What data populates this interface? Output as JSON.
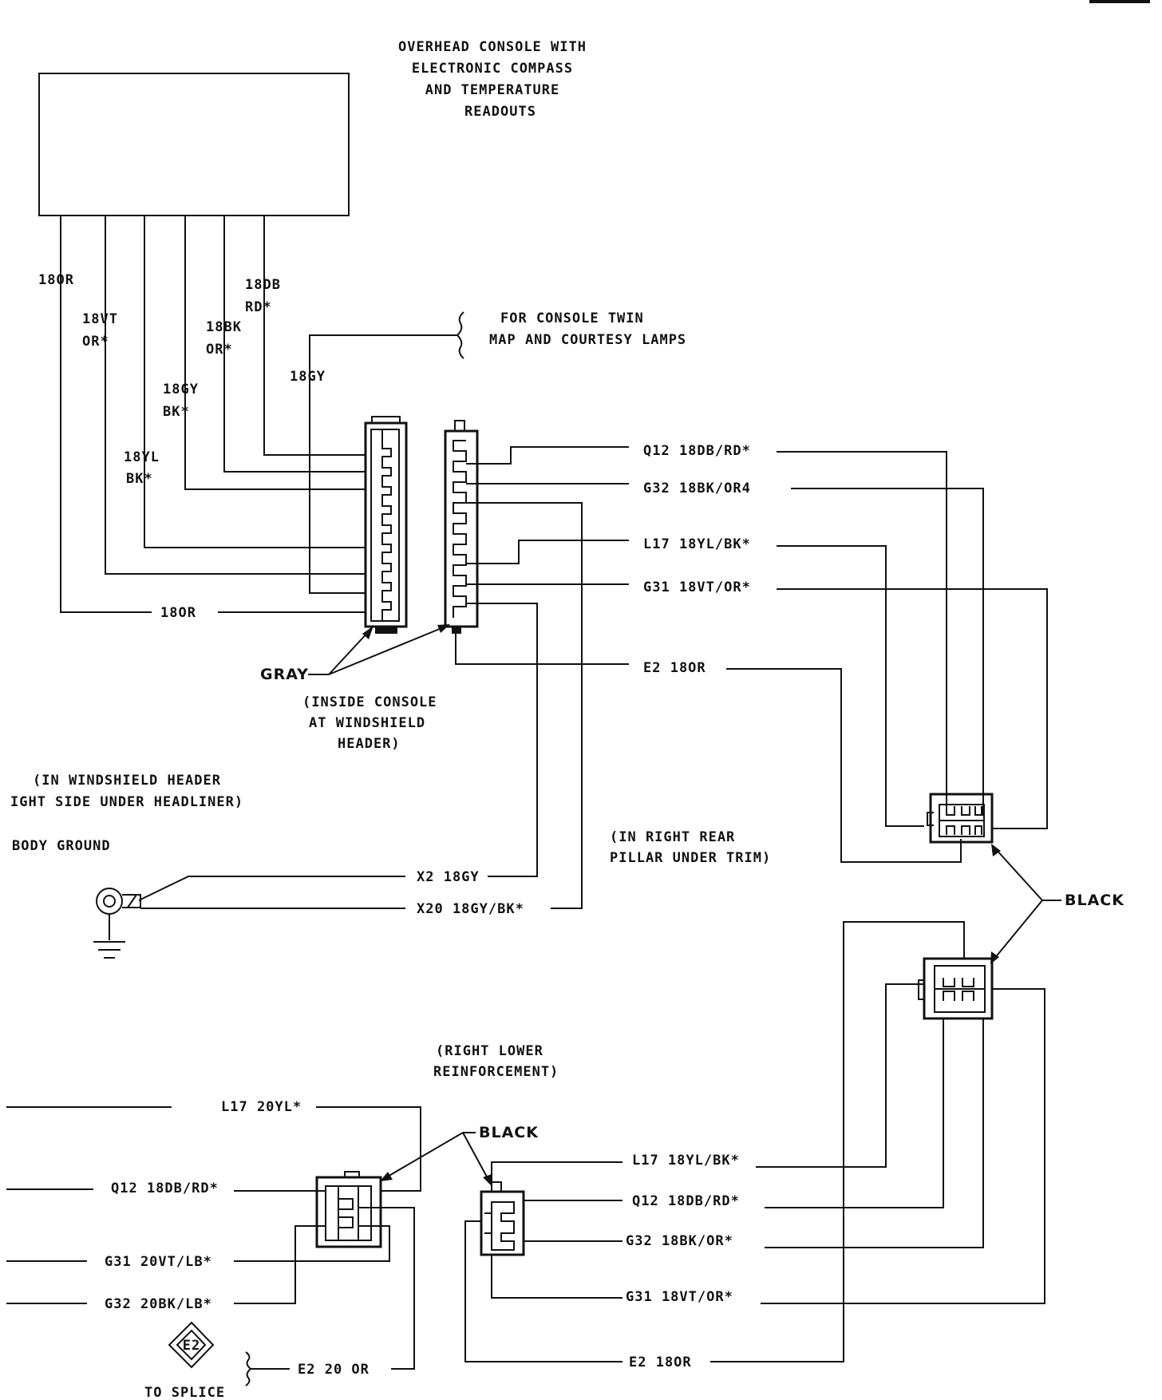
{
  "console": {
    "title_lines": [
      "OVERHEAD CONSOLE WITH",
      "ELECTRONIC COMPASS",
      "AND TEMPERATURE",
      "READOUTS"
    ],
    "wires": [
      {
        "lines": [
          "18OR"
        ]
      },
      {
        "lines": [
          "18VT",
          "OR*"
        ]
      },
      {
        "lines": [
          "18YL",
          "BK*"
        ]
      },
      {
        "lines": [
          "18GY",
          "BK*"
        ]
      },
      {
        "lines": [
          "18BK",
          "OR*"
        ]
      },
      {
        "lines": [
          "18DB",
          "RD*"
        ]
      }
    ]
  },
  "lamps": {
    "wire": "18GY",
    "lines": [
      "FOR CONSOLE TWIN",
      "MAP AND COURTESY LAMPS"
    ]
  },
  "console_connector": {
    "bottom_wire": "18OR",
    "color": "GRAY",
    "location_lines": [
      "(INSIDE CONSOLE",
      "AT WINDSHIELD",
      "HEADER)"
    ]
  },
  "right_connector_wires": [
    "Q12 18DB/RD*",
    "G32 18BK/OR4",
    "L17 18YL/BK*",
    "G31 18VT/OR*",
    "E2 18OR"
  ],
  "ground": {
    "location_lines": [
      "(IN WINDSHIELD HEADER",
      "IGHT SIDE UNDER HEADLINER)"
    ],
    "label": "BODY GROUND",
    "wires": [
      "X2 18GY",
      "X20 18GY/BK*"
    ]
  },
  "rear_pillar": {
    "location_lines": [
      "(IN RIGHT REAR",
      "PILLAR UNDER TRIM)"
    ],
    "color": "BLACK"
  },
  "lower_reinforcement": {
    "location_lines": [
      "(RIGHT LOWER",
      "REINFORCEMENT)"
    ],
    "color": "BLACK",
    "right_wires": [
      "L17 18YL/BK*",
      "Q12 18DB/RD*",
      "G32 18BK/OR*",
      "G31 18VT/OR*",
      "E2 18OR"
    ],
    "left_wires": [
      "L17 20YL*",
      "Q12 18DB/RD*",
      "G31 20VT/LB*",
      "G32 20BK/LB*"
    ]
  },
  "splice": {
    "id": "E2",
    "wire": "E2 20 OR",
    "label": "TO SPLICE"
  }
}
